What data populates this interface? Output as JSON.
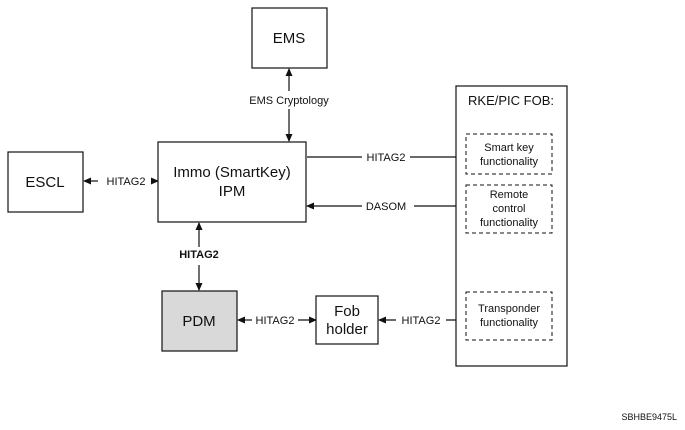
{
  "nodes": {
    "ems": {
      "label": "EMS"
    },
    "escl": {
      "label": "ESCL"
    },
    "immo": {
      "line1": "Immo (SmartKey)",
      "line2": "IPM"
    },
    "pdm": {
      "label": "PDM"
    },
    "fob_holder": {
      "line1": "Fob",
      "line2": "holder"
    },
    "rke_fob": {
      "title": "RKE/PIC FOB:",
      "smart_key": {
        "line1": "Smart key",
        "line2": "functionality"
      },
      "remote_control": {
        "line1": "Remote",
        "line2": "control",
        "line3": "functionality"
      },
      "transponder": {
        "line1": "Transponder",
        "line2": "functionality"
      }
    }
  },
  "edges": {
    "ems_immo": "EMS Cryptology",
    "escl_immo": "HITAG2",
    "immo_smartkey": "HITAG2",
    "remote_immo": "DASOM",
    "immo_pdm": "HITAG2",
    "pdm_fob": "HITAG2",
    "fob_transponder": "HITAG2"
  },
  "reference": "SBHBE9475L",
  "colors": {
    "line": "#111111",
    "pdm_fill": "#d9d9d9",
    "box_fill": "#ffffff"
  }
}
